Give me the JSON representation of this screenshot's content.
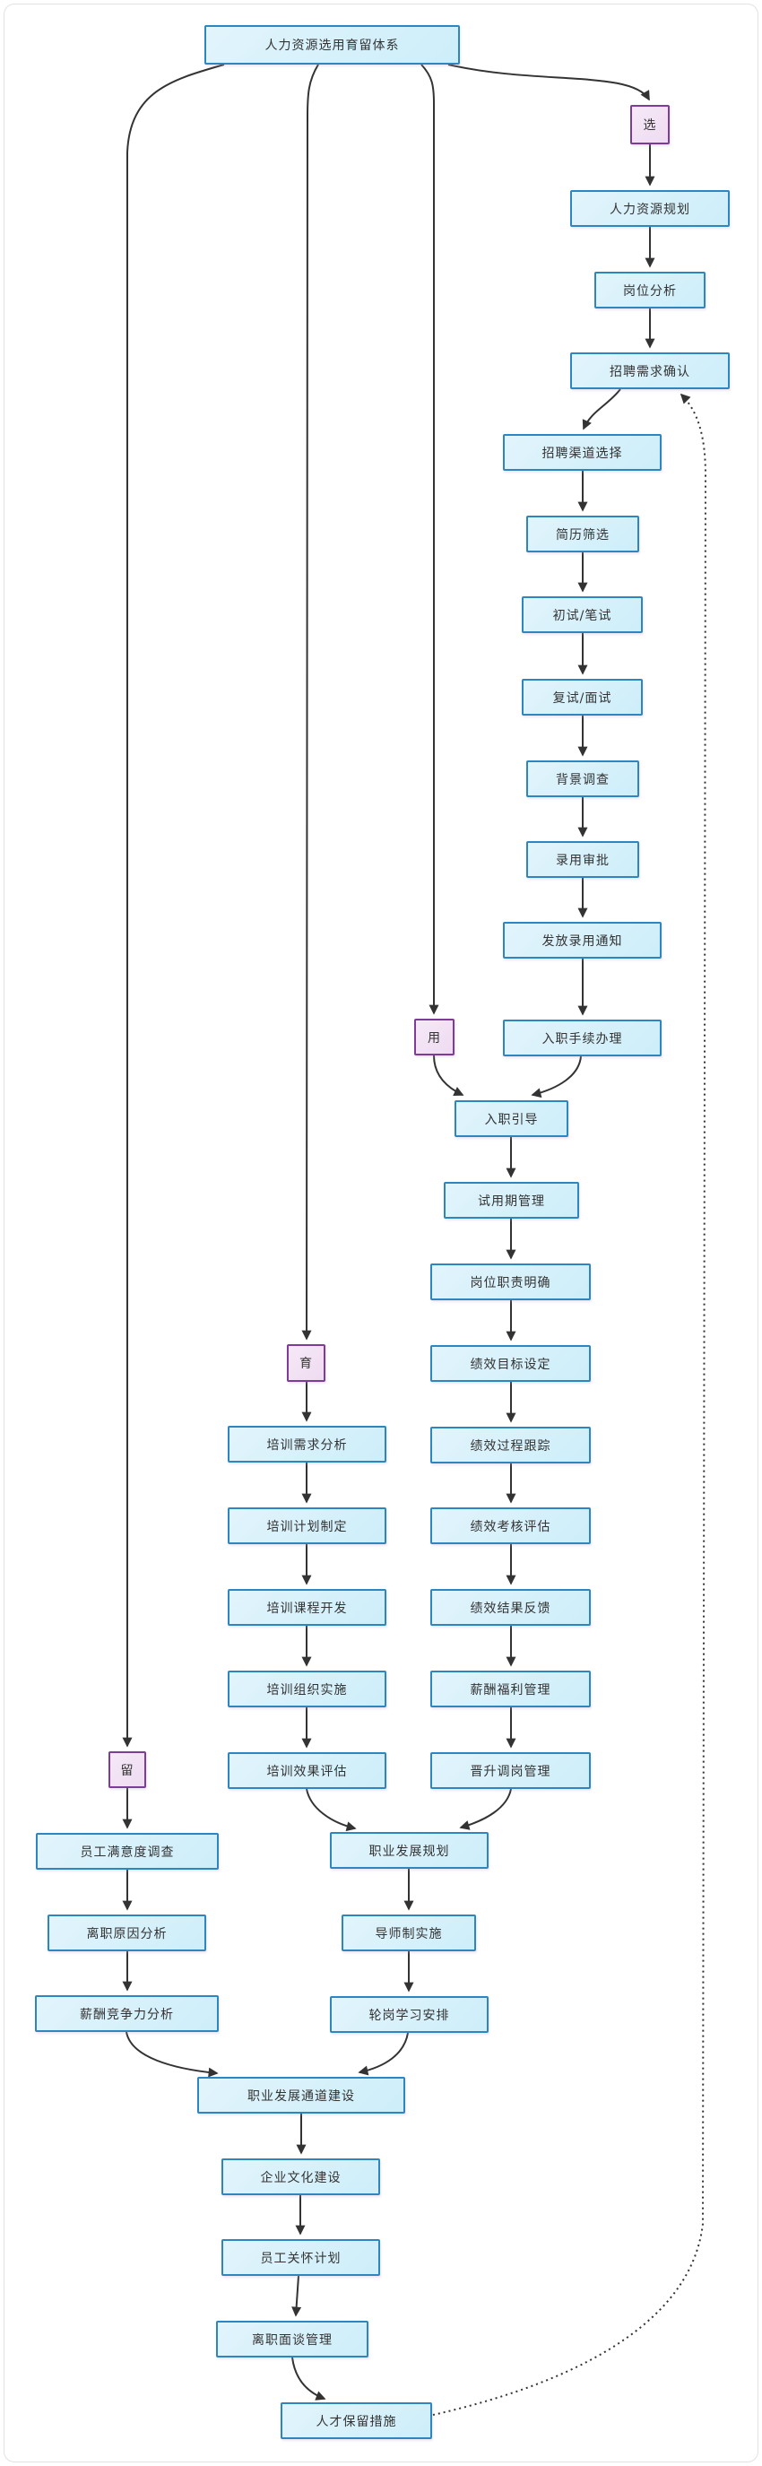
{
  "diagram": {
    "title": "人力资源选用育留体系",
    "colors": {
      "process_fill": "#d7f0fb",
      "process_border": "#2e86c1",
      "category_fill": "#f2e3f5",
      "category_border": "#7d3c98",
      "line": "#333333",
      "text": "#333333"
    },
    "nodes": [
      {
        "id": "root",
        "label": "人力资源选用育留体系",
        "kind": "process"
      },
      {
        "id": "sel",
        "label": "选",
        "kind": "category"
      },
      {
        "id": "hr_planning",
        "label": "人力资源规划",
        "kind": "process"
      },
      {
        "id": "job_analysis",
        "label": "岗位分析",
        "kind": "process"
      },
      {
        "id": "recruit_confirm",
        "label": "招聘需求确认",
        "kind": "process"
      },
      {
        "id": "channel_select",
        "label": "招聘渠道选择",
        "kind": "process"
      },
      {
        "id": "resume_screen",
        "label": "简历筛选",
        "kind": "process"
      },
      {
        "id": "first_interview",
        "label": "初试/笔试",
        "kind": "process"
      },
      {
        "id": "second_interview",
        "label": "复试/面试",
        "kind": "process"
      },
      {
        "id": "background_check",
        "label": "背景调查",
        "kind": "process"
      },
      {
        "id": "hire_approval",
        "label": "录用审批",
        "kind": "process"
      },
      {
        "id": "offer_notice",
        "label": "发放录用通知",
        "kind": "process"
      },
      {
        "id": "onboarding_process",
        "label": "入职手续办理",
        "kind": "process"
      },
      {
        "id": "yong",
        "label": "用",
        "kind": "category"
      },
      {
        "id": "induction",
        "label": "入职引导",
        "kind": "process"
      },
      {
        "id": "probation",
        "label": "试用期管理",
        "kind": "process"
      },
      {
        "id": "job_duty",
        "label": "岗位职责明确",
        "kind": "process"
      },
      {
        "id": "perf_goal",
        "label": "绩效目标设定",
        "kind": "process"
      },
      {
        "id": "perf_track",
        "label": "绩效过程跟踪",
        "kind": "process"
      },
      {
        "id": "perf_eval",
        "label": "绩效考核评估",
        "kind": "process"
      },
      {
        "id": "perf_feedback",
        "label": "绩效结果反馈",
        "kind": "process"
      },
      {
        "id": "comp_benefit",
        "label": "薪酬福利管理",
        "kind": "process"
      },
      {
        "id": "promotion",
        "label": "晋升调岗管理",
        "kind": "process"
      },
      {
        "id": "yu",
        "label": "育",
        "kind": "category"
      },
      {
        "id": "train_need",
        "label": "培训需求分析",
        "kind": "process"
      },
      {
        "id": "train_plan",
        "label": "培训计划制定",
        "kind": "process"
      },
      {
        "id": "train_course",
        "label": "培训课程开发",
        "kind": "process"
      },
      {
        "id": "train_impl",
        "label": "培训组织实施",
        "kind": "process"
      },
      {
        "id": "train_eval",
        "label": "培训效果评估",
        "kind": "process"
      },
      {
        "id": "liu",
        "label": "留",
        "kind": "category"
      },
      {
        "id": "satisfaction",
        "label": "员工满意度调查",
        "kind": "process"
      },
      {
        "id": "leave_reason",
        "label": "离职原因分析",
        "kind": "process"
      },
      {
        "id": "comp_compete",
        "label": "薪酬竞争力分析",
        "kind": "process"
      },
      {
        "id": "career_plan",
        "label": "职业发展规划",
        "kind": "process"
      },
      {
        "id": "mentor",
        "label": "导师制实施",
        "kind": "process"
      },
      {
        "id": "rotation",
        "label": "轮岗学习安排",
        "kind": "process"
      },
      {
        "id": "career_channel",
        "label": "职业发展通道建设",
        "kind": "process"
      },
      {
        "id": "culture",
        "label": "企业文化建设",
        "kind": "process"
      },
      {
        "id": "care_plan",
        "label": "员工关怀计划",
        "kind": "process"
      },
      {
        "id": "exit_interview",
        "label": "离职面谈管理",
        "kind": "process"
      },
      {
        "id": "retention",
        "label": "人才保留措施",
        "kind": "process"
      }
    ],
    "edges": [
      {
        "from": "root",
        "to": "sel",
        "style": "solid"
      },
      {
        "from": "root",
        "to": "yong",
        "style": "solid"
      },
      {
        "from": "root",
        "to": "yu",
        "style": "solid"
      },
      {
        "from": "root",
        "to": "liu",
        "style": "solid"
      },
      {
        "from": "sel",
        "to": "hr_planning",
        "style": "solid"
      },
      {
        "from": "hr_planning",
        "to": "job_analysis",
        "style": "solid"
      },
      {
        "from": "job_analysis",
        "to": "recruit_confirm",
        "style": "solid"
      },
      {
        "from": "recruit_confirm",
        "to": "channel_select",
        "style": "solid"
      },
      {
        "from": "channel_select",
        "to": "resume_screen",
        "style": "solid"
      },
      {
        "from": "resume_screen",
        "to": "first_interview",
        "style": "solid"
      },
      {
        "from": "first_interview",
        "to": "second_interview",
        "style": "solid"
      },
      {
        "from": "second_interview",
        "to": "background_check",
        "style": "solid"
      },
      {
        "from": "background_check",
        "to": "hire_approval",
        "style": "solid"
      },
      {
        "from": "hire_approval",
        "to": "offer_notice",
        "style": "solid"
      },
      {
        "from": "offer_notice",
        "to": "onboarding_process",
        "style": "solid"
      },
      {
        "from": "onboarding_process",
        "to": "induction",
        "style": "solid"
      },
      {
        "from": "yong",
        "to": "induction",
        "style": "solid"
      },
      {
        "from": "induction",
        "to": "probation",
        "style": "solid"
      },
      {
        "from": "probation",
        "to": "job_duty",
        "style": "solid"
      },
      {
        "from": "job_duty",
        "to": "perf_goal",
        "style": "solid"
      },
      {
        "from": "perf_goal",
        "to": "perf_track",
        "style": "solid"
      },
      {
        "from": "perf_track",
        "to": "perf_eval",
        "style": "solid"
      },
      {
        "from": "perf_eval",
        "to": "perf_feedback",
        "style": "solid"
      },
      {
        "from": "perf_feedback",
        "to": "comp_benefit",
        "style": "solid"
      },
      {
        "from": "comp_benefit",
        "to": "promotion",
        "style": "solid"
      },
      {
        "from": "promotion",
        "to": "career_plan",
        "style": "solid"
      },
      {
        "from": "yu",
        "to": "train_need",
        "style": "solid"
      },
      {
        "from": "train_need",
        "to": "train_plan",
        "style": "solid"
      },
      {
        "from": "train_plan",
        "to": "train_course",
        "style": "solid"
      },
      {
        "from": "train_course",
        "to": "train_impl",
        "style": "solid"
      },
      {
        "from": "train_impl",
        "to": "train_eval",
        "style": "solid"
      },
      {
        "from": "train_eval",
        "to": "career_plan",
        "style": "solid"
      },
      {
        "from": "liu",
        "to": "satisfaction",
        "style": "solid"
      },
      {
        "from": "satisfaction",
        "to": "leave_reason",
        "style": "solid"
      },
      {
        "from": "leave_reason",
        "to": "comp_compete",
        "style": "solid"
      },
      {
        "from": "comp_compete",
        "to": "career_channel",
        "style": "solid"
      },
      {
        "from": "rotation",
        "to": "career_channel",
        "style": "solid"
      },
      {
        "from": "career_plan",
        "to": "mentor",
        "style": "solid"
      },
      {
        "from": "mentor",
        "to": "rotation",
        "style": "solid"
      },
      {
        "from": "career_channel",
        "to": "culture",
        "style": "solid"
      },
      {
        "from": "culture",
        "to": "care_plan",
        "style": "solid"
      },
      {
        "from": "care_plan",
        "to": "exit_interview",
        "style": "solid"
      },
      {
        "from": "exit_interview",
        "to": "retention",
        "style": "solid"
      },
      {
        "from": "retention",
        "to": "recruit_confirm",
        "style": "dashed"
      }
    ]
  }
}
